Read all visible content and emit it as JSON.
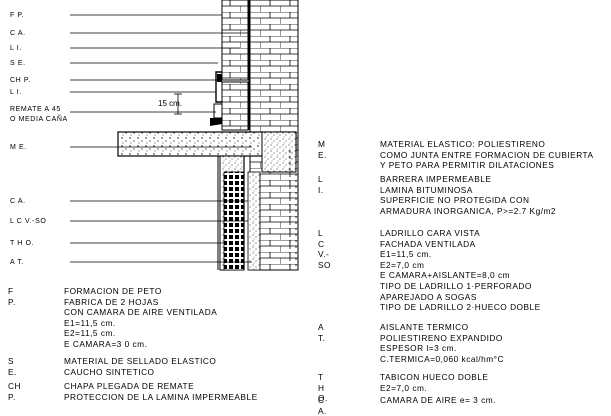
{
  "drawing_labels": [
    {
      "id": "fp",
      "text": "F P."
    },
    {
      "id": "ca1",
      "text": "C A."
    },
    {
      "id": "li1",
      "text": "L I."
    },
    {
      "id": "se",
      "text": "S E."
    },
    {
      "id": "chp",
      "text": "CH P."
    },
    {
      "id": "li2",
      "text": "L I."
    },
    {
      "id": "remate1",
      "text": "REMATE A 45"
    },
    {
      "id": "remate2",
      "text": "O MEDIA CAÑA"
    },
    {
      "id": "me",
      "text": "M E."
    },
    {
      "id": "ca2",
      "text": "C A."
    },
    {
      "id": "lcvso",
      "text": "L C V.-SO"
    },
    {
      "id": "tho",
      "text": "T H O."
    },
    {
      "id": "at",
      "text": "A T."
    }
  ],
  "dimension_label": "15 cm.",
  "legend_left": [
    {
      "key": "F P.",
      "lines": [
        "FORMACION DE PETO",
        "FABRICA DE 2 HOJAS",
        "CON CAMARA DE AIRE VENTILADA",
        "E1=11,5 cm.",
        "E2=11,5 cm.",
        "E CAMARA=3 0 cm."
      ]
    },
    {
      "key": "S E.",
      "lines": [
        "MATERIAL DE SELLADO ELASTICO",
        "CAUCHO SINTETICO"
      ]
    },
    {
      "key": "CH P.",
      "lines": [
        "CHAPA PLEGADA DE REMATE",
        "PROTECCION DE LA LAMINA IMPERMEABLE"
      ]
    }
  ],
  "legend_right": [
    {
      "key": "M E.",
      "lines": [
        "MATERIAL ELASTICO: POLIESTIRENO",
        "COMO JUNTA ENTRE FORMACION DE CUBIERTA",
        "Y PETO PARA PERMITIR DILATACIONES"
      ]
    },
    {
      "key": "L I.",
      "lines": [
        "BARRERA IMPERMEABLE",
        "LAMINA BITUMINOSA",
        "SUPERFICIE NO PROTEGIDA CON",
        "ARMADURA INORGANICA, P>=2.7 Kg/m2"
      ]
    },
    {
      "key": "L C V.-SO",
      "lines": [
        "LADRILLO CARA VISTA",
        "FACHADA VENTILADA",
        "E1=11,5 cm.",
        "E2=7,0 cm",
        "E CAMARA+AISLANTE=8,0 cm",
        "TIPO DE LADRILLO 1·PERFORADO",
        "APAREJADO A SOGAS",
        "TIPO DE LADRILLO 2·HUECO DOBLE"
      ]
    },
    {
      "key": "A T.",
      "lines": [
        "AISLANTE TERMICO",
        "POLIESTIRENO EXPANDIDO",
        "ESPESOR l=3 cm.",
        "C.TERMICA=0,060 kcal/hm°C"
      ]
    },
    {
      "key": "T H O.",
      "lines": [
        "TABICON HUECO DOBLE",
        "E2=7,0 cm."
      ]
    },
    {
      "key": "C A.",
      "lines": [
        "CAMARA DE AIRE e= 3 cm."
      ]
    }
  ]
}
